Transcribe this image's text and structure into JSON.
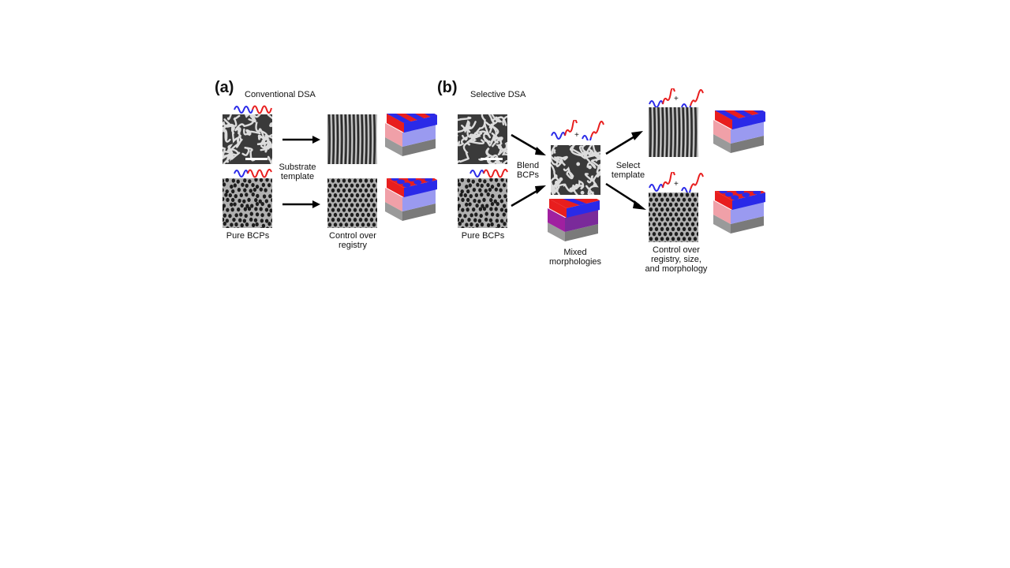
{
  "panel_a": {
    "letter": "(a)",
    "title": "Conventional DSA",
    "label_pure": "Pure BCPs",
    "label_arrow": "Substrate\ntemplate",
    "label_control": "Control over\nregistry"
  },
  "panel_b": {
    "letter": "(b)",
    "title": "Selective DSA",
    "label_pure": "Pure BCPs",
    "label_blend": "Blend\nBCPs",
    "label_mixed": "Mixed\nmorphologies",
    "label_select": "Select\ntemplate",
    "label_control": "Control over\nregistry, size,\nand morphology",
    "plus": "+"
  },
  "colors": {
    "blue": "#2a2ae8",
    "red": "#e81e1e",
    "pink": "#f0a0a8",
    "lavender": "#9a9af0",
    "gray": "#8a8a8a",
    "purple": "#a020a0"
  }
}
